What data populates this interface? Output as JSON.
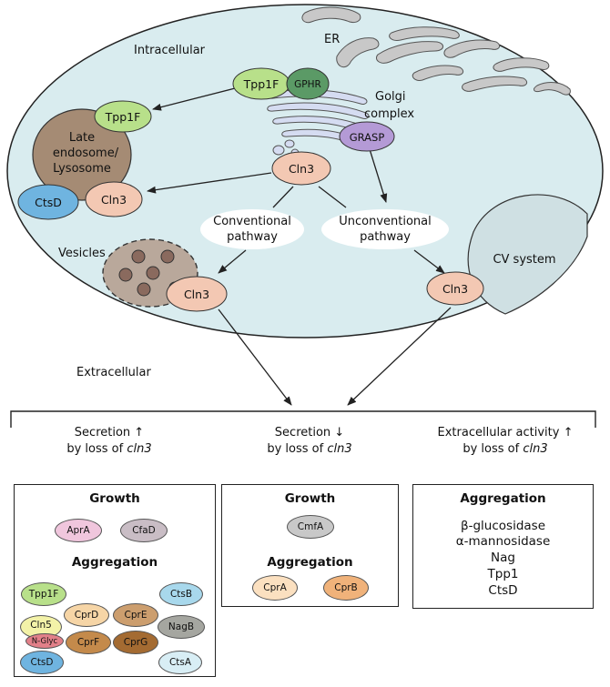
{
  "diagram": {
    "labels": {
      "intracellular": "Intracellular",
      "extracellular": "Extracellular",
      "er": "ER",
      "golgi": "Golgi",
      "golgi2": "complex",
      "late": "Late",
      "endosome": "endosome/",
      "lysosome": "Lysosome",
      "vesicles": "Vesicles",
      "cv_system": "CV system",
      "conventional1": "Conventional",
      "conventional2": "pathway",
      "unconventional1": "Unconventional",
      "unconventional2": "pathway"
    },
    "proteins": {
      "tpp1f_top": "Tpp1F",
      "gphr": "GPHR",
      "tpp1f_lys": "Tpp1F",
      "grasp": "GRASP",
      "cln3_center": "Cln3",
      "ctsd_lys": "CtsD",
      "cln3_lys": "Cln3",
      "cln3_ves": "Cln3",
      "cln3_cv": "Cln3"
    }
  },
  "headers": {
    "col1_line1": "Secretion",
    "col1_arrow": "↑",
    "col1_line2": "by loss of",
    "col1_gene": "cln3",
    "col2_line1": "Secretion",
    "col2_arrow": "↓",
    "col2_line2": "by loss of",
    "col2_gene": "cln3",
    "col3_line1": "Extracellular activity",
    "col3_arrow": "↑",
    "col3_line2": "by loss of",
    "col3_gene": "cln3"
  },
  "box1": {
    "growth_title": "Growth",
    "growth": [
      "AprA",
      "CfaD"
    ],
    "aggregation_title": "Aggregation",
    "aggregation": {
      "tpp1f": "Tpp1F",
      "ctsb": "CtsB",
      "cprd": "CprD",
      "cpre": "CprE",
      "cln5": "Cln5",
      "nglyc": "N-Glyc",
      "nagb": "NagB",
      "cprf": "CprF",
      "cprg": "CprG",
      "ctsd": "CtsD",
      "ctsa": "CtsA"
    }
  },
  "box2": {
    "growth_title": "Growth",
    "growth": [
      "CmfA"
    ],
    "aggregation_title": "Aggregation",
    "aggregation": [
      "CprA",
      "CprB"
    ]
  },
  "box3": {
    "aggregation_title": "Aggregation",
    "items": [
      "β-glucosidase",
      "α-mannosidase",
      "Nag",
      "Tpp1",
      "CtsD"
    ]
  },
  "colors": {
    "cell": "#d9ecef",
    "lysosome": "#a58b74",
    "green_light": "#b8e08a",
    "green_dark": "#5b9a66",
    "purple": "#b49ad6",
    "salmon": "#f3c8b3",
    "blue": "#6fb4e0",
    "cv": "#cfe0e3",
    "golgi": "#d5dcf1"
  }
}
